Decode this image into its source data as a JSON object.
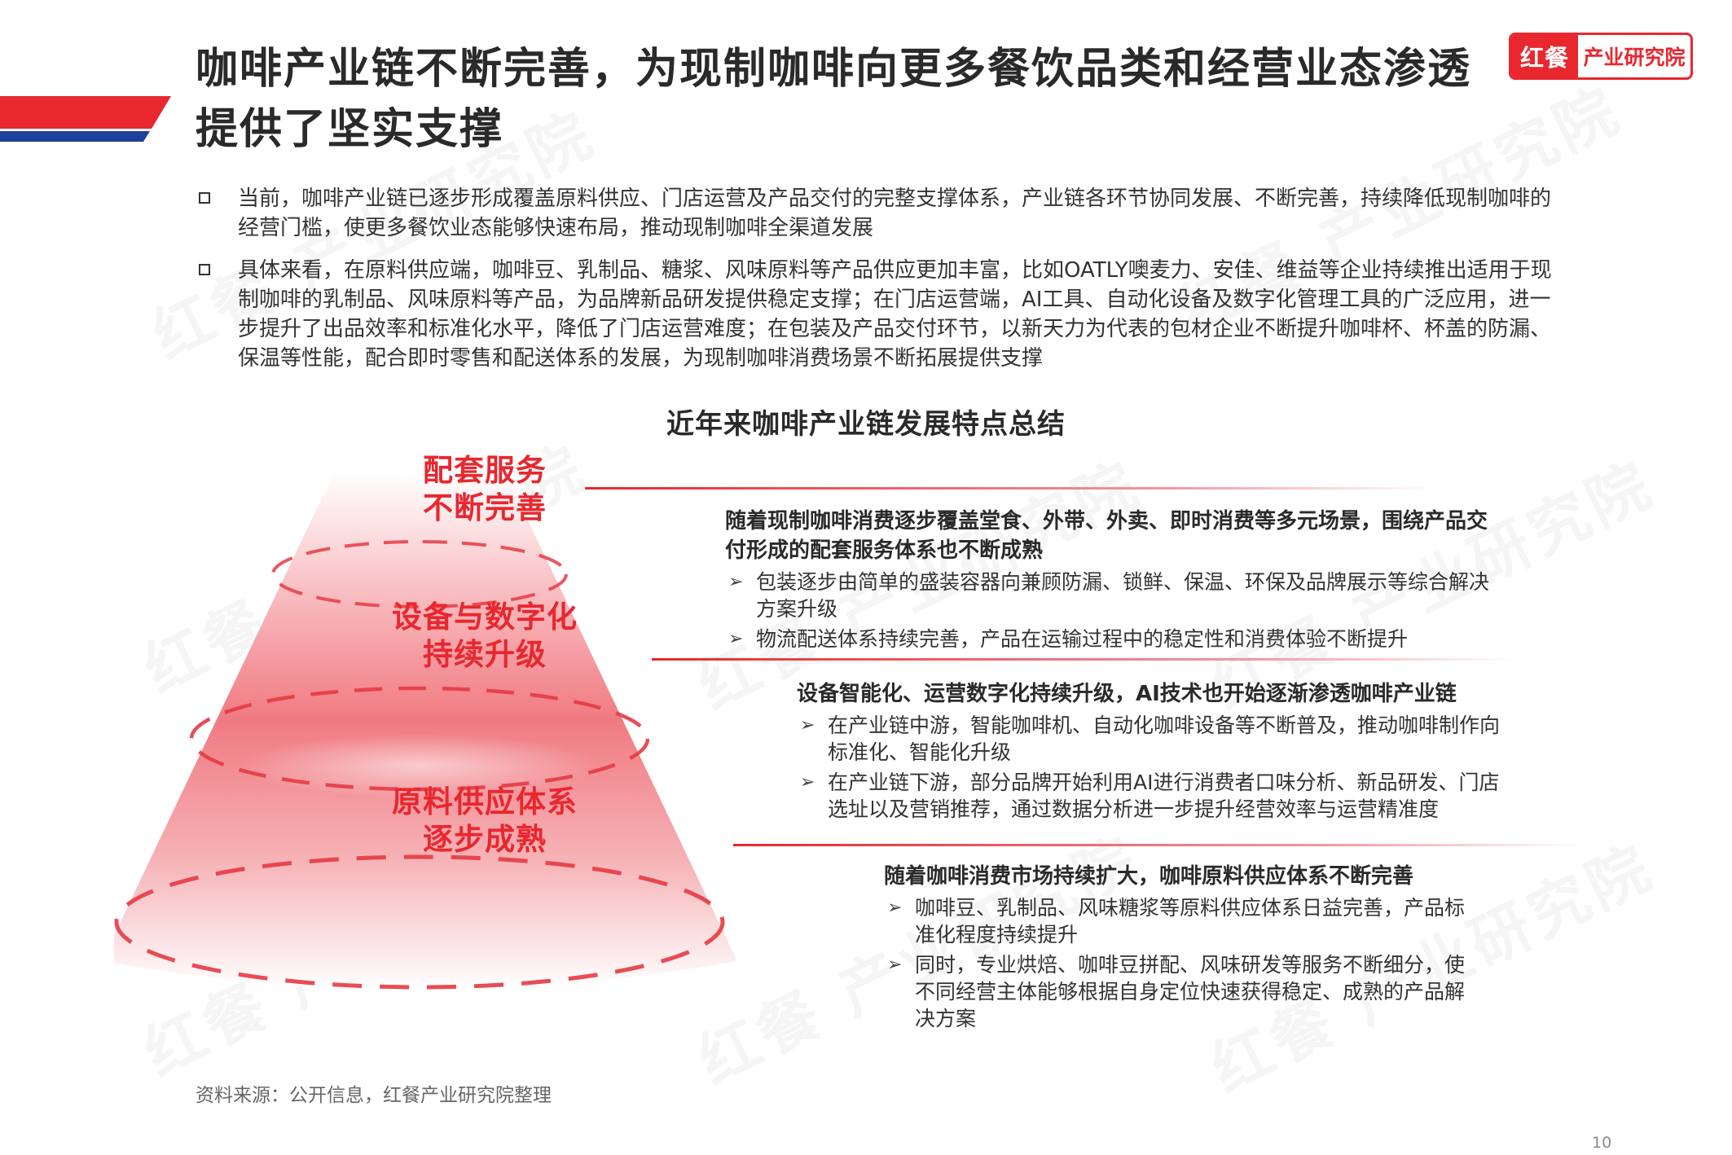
{
  "header": {
    "title": "咖啡产业链不断完善，为现制咖啡向更多餐饮品类和经营业态渗透提供了坚实支撑",
    "logo_mark": "红餐",
    "logo_text": "产业研究院",
    "brand_color": "#e8272f",
    "accent_blue": "#1f3f9a"
  },
  "bullets": [
    "当前，咖啡产业链已逐步形成覆盖原料供应、门店运营及产品交付的完整支撑体系，产业链各环节协同发展、不断完善，持续降低现制咖啡的经营门槛，使更多餐饮业态能够快速布局，推动现制咖啡全渠道发展",
    "具体来看，在原料供应端，咖啡豆、乳制品、糖浆、风味原料等产品供应更加丰富，比如OATLY噢麦力、安佳、维益等企业持续推出适用于现制咖啡的乳制品、风味原料等产品，为品牌新品研发提供稳定支撑；在门店运营端，AI工具、自动化设备及数字化管理工具的广泛应用，进一步提升了出品效率和标准化水平，降低了门店运营难度；在包装及产品交付环节，以新天力为代表的包材企业不断提升咖啡杯、杯盖的防漏、保温等性能，配合即时零售和配送体系的发展，为现制咖啡消费场景不断拓展提供支撑"
  ],
  "diagram": {
    "title": "近年来咖啡产业链发展特点总结",
    "levels": [
      {
        "label_line1": "配套服务",
        "label_line2": "不断完善",
        "heading": "随着现制咖啡消费逐步覆盖堂食、外带、外卖、即时消费等多元场景，围绕产品交付形成的配套服务体系也不断成熟",
        "items": [
          "包装逐步由简单的盛装容器向兼顾防漏、锁鲜、保温、环保及品牌展示等综合解决方案升级",
          "物流配送体系持续完善，产品在运输过程中的稳定性和消费体验不断提升"
        ]
      },
      {
        "label_line1": "设备与数字化",
        "label_line2": "持续升级",
        "heading": "设备智能化、运营数字化持续升级，AI技术也开始逐渐渗透咖啡产业链",
        "items": [
          "在产业链中游，智能咖啡机、自动化咖啡设备等不断普及，推动咖啡制作向标准化、智能化升级",
          "在产业链下游，部分品牌开始利用AI进行消费者口味分析、新品研发、门店选址以及营销推荐，通过数据分析进一步提升经营效率与运营精准度"
        ]
      },
      {
        "label_line1": "原料供应体系",
        "label_line2": "逐步成熟",
        "heading": "随着咖啡消费市场持续扩大，咖啡原料供应体系不断完善",
        "items": [
          "咖啡豆、乳制品、风味糖浆等原料供应体系日益完善，产品标准化程度持续提升",
          "同时，专业烘焙、咖啡豆拼配、风味研发等服务不断细分，使不同经营主体能够根据自身定位快速获得稳定、成熟的产品解决方案"
        ]
      }
    ]
  },
  "footer": {
    "source": "资料来源：公开信息，红餐产业研究院整理",
    "page": "10"
  },
  "icons": {
    "bullet": "square-bullet-icon",
    "sub_bullet": "arrow-bullet-icon"
  }
}
